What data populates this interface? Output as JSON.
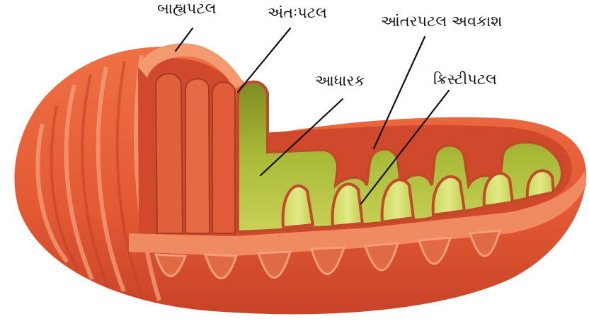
{
  "diagram": {
    "labels": {
      "outer_membrane": "બાહ્યપટલ",
      "inner_membrane": "અંતઃપટલ",
      "intermembrane_space": "આંતરપટલ અવકાશ",
      "matrix": "આધારક",
      "cristae": "ક્રિસ્ટીપટલ"
    },
    "colors": {
      "outer_membrane": "#e8603a",
      "outer_membrane_shadow": "#c8452a",
      "outer_membrane_highlight": "#f59a72",
      "inner_membrane": "#d9532f",
      "matrix": "#a5b435",
      "matrix_shadow": "#7f8e22",
      "leader_line": "#111111"
    }
  }
}
